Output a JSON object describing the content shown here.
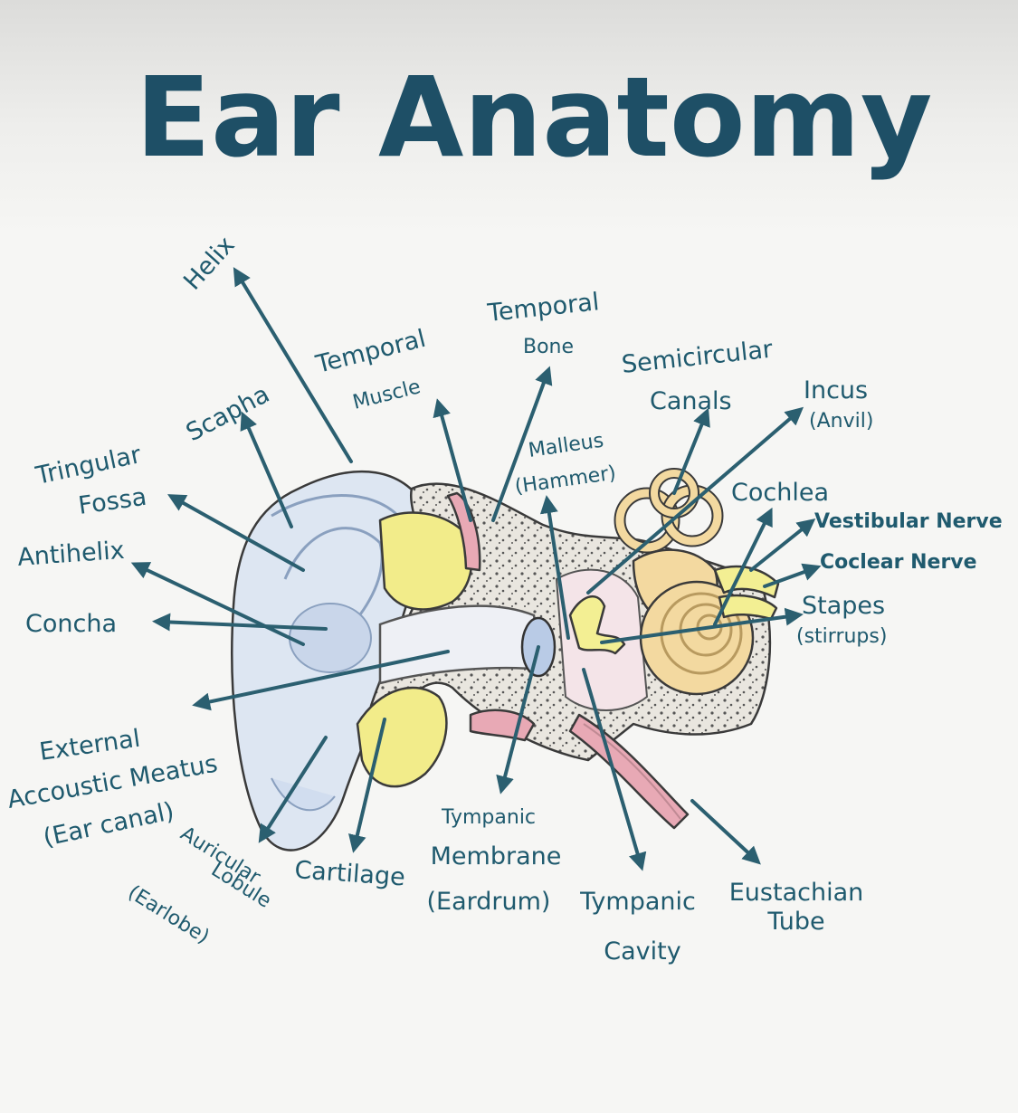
{
  "title": "Ear Anatomy",
  "labels": {
    "helix": "Helix",
    "scapha": "Scapha",
    "tringular_fossa_1": "Tringular",
    "tringular_fossa_2": "Fossa",
    "antihelix": "Antihelix",
    "concha": "Concha",
    "external_meatus_1": "External",
    "external_meatus_2": "Accoustic Meatus",
    "external_meatus_3": "(Ear canal)",
    "auricular_lobule_1": "Auricular",
    "auricular_lobule_2": "Lobule",
    "auricular_lobule_3": "(Earlobe)",
    "cartilage": "Cartilage",
    "tympanic_membrane_1": "Tympanic",
    "tympanic_membrane_2": "Membrane",
    "tympanic_membrane_3": "(Eardrum)",
    "tympanic_cavity_1": "Tympanic",
    "tympanic_cavity_2": "Cavity",
    "eustachian_tube_1": "Eustachian",
    "eustachian_tube_2": "Tube",
    "temporal_muscle_1": "Temporal",
    "temporal_muscle_2": "Muscle",
    "temporal_bone_1": "Temporal",
    "temporal_bone_2": "Bone",
    "malleus_1": "Malleus",
    "malleus_2": "(Hammer)",
    "semicircular_canals_1": "Semicircular",
    "semicircular_canals_2": "Canals",
    "incus_1": "Incus",
    "incus_2": "(Anvil)",
    "cochlea": "Cochlea",
    "vestibular_nerve": "Vestibular Nerve",
    "coclear_nerve": "Coclear Nerve",
    "stapes_1": "Stapes",
    "stapes_2": "(stirrups)"
  },
  "colors": {
    "ink": "#1f5a6e",
    "title": "#1e4f66",
    "outer_ear": "#dde6f2",
    "cartilage": "#f2ec8a",
    "bone": "#e8e4dc",
    "inner_ear": "#f3d9a0",
    "muscle_pink": "#e8a9b5"
  }
}
